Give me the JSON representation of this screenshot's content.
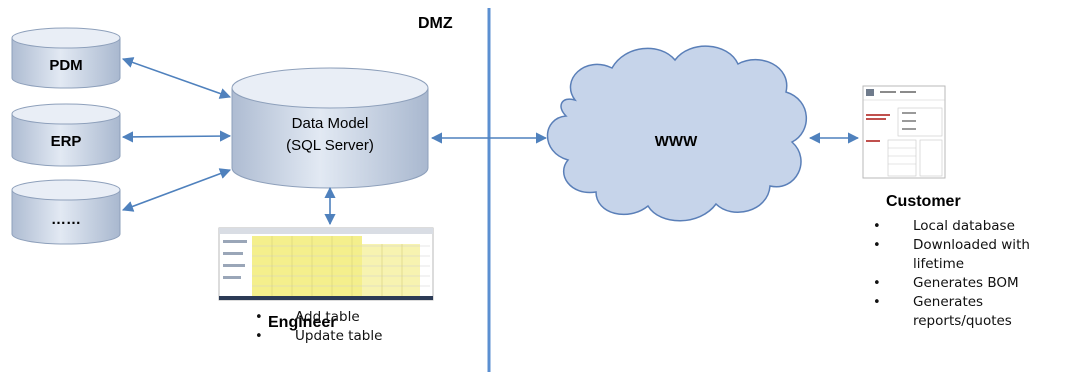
{
  "zone": {
    "label": "DMZ"
  },
  "systems": {
    "pdm": "PDM",
    "erp": "ERP",
    "other": "……"
  },
  "data_model": {
    "line1": "Data Model",
    "line2": "(SQL Server)"
  },
  "cloud": {
    "label": "WWW"
  },
  "engineer": {
    "title": "Engineer",
    "items": [
      "Add table",
      "Update table"
    ]
  },
  "customer": {
    "title": "Customer",
    "items": [
      "Local database",
      "Downloaded with lifetime",
      "Generates BOM",
      "Generates reports/quotes"
    ]
  },
  "colors": {
    "arrow": "#4f81bd",
    "divider": "#5b8fd1",
    "cyl_top": "#e9eef6",
    "cyl_body": "#c8d3e3",
    "cyl_stroke": "#8ea0bb",
    "cloud_fill": "#c6d4ea",
    "cloud_stroke": "#5a7fb8",
    "sheet_yellow": "#f4ef8c"
  }
}
